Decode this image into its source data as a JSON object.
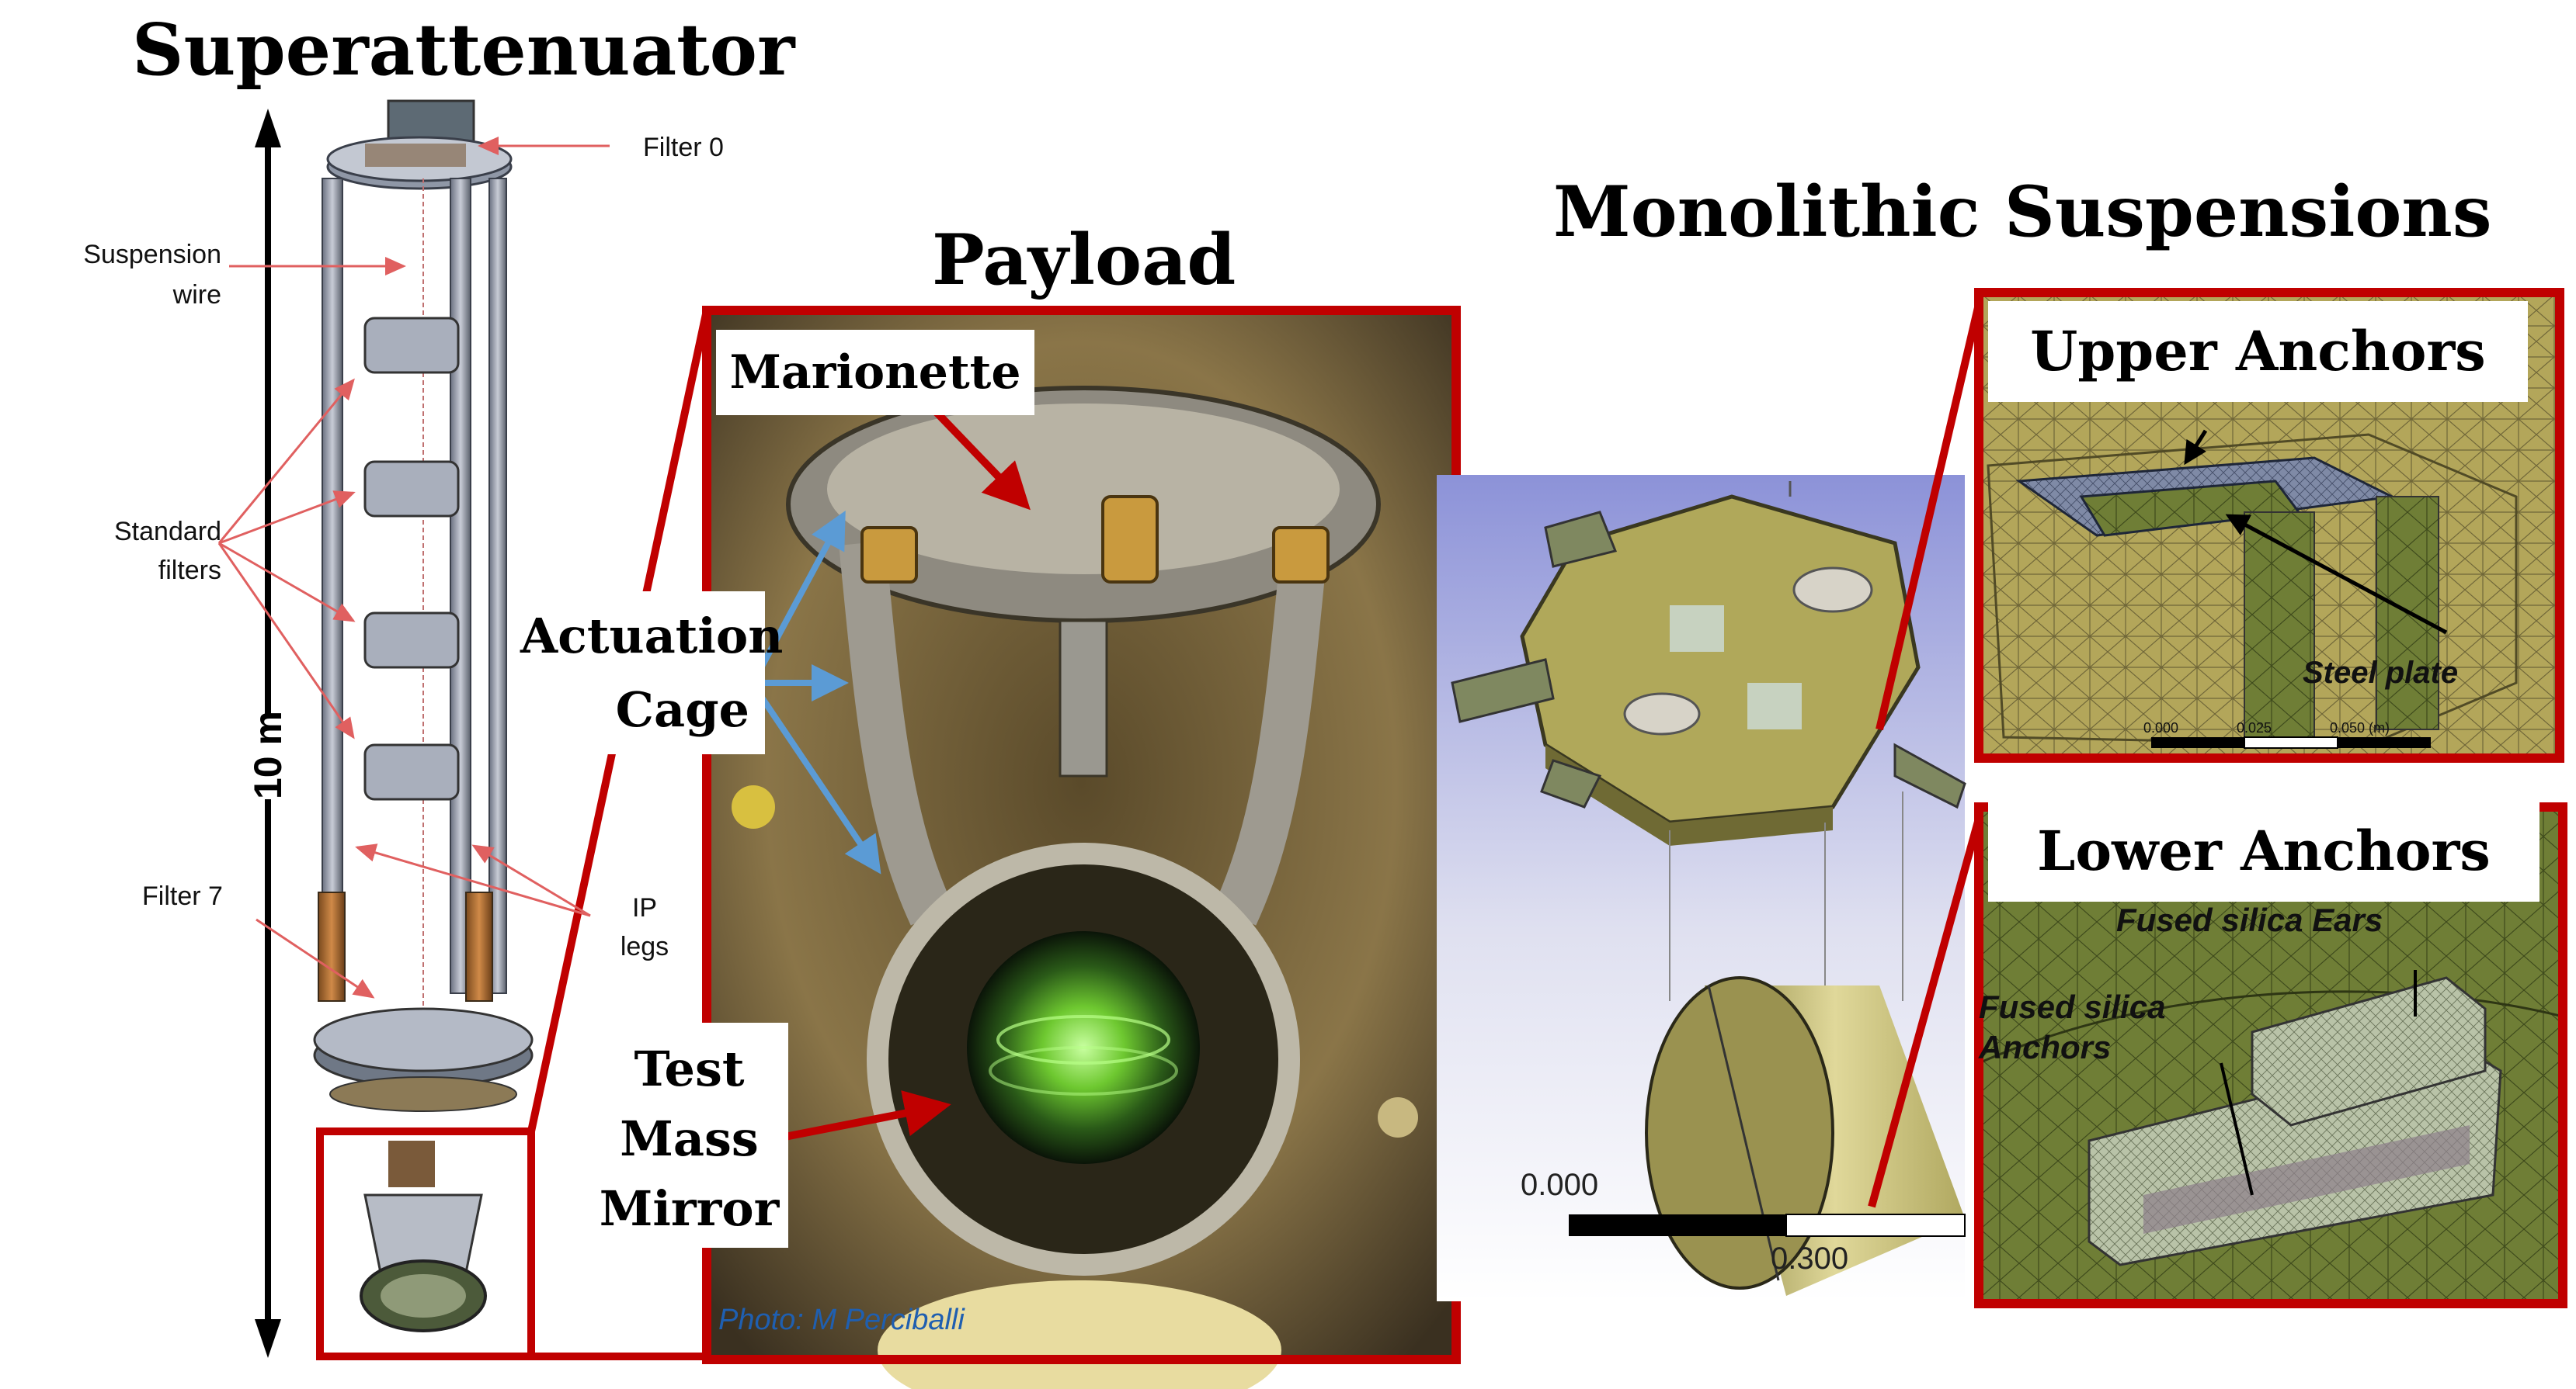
{
  "titles": {
    "superattenuator": "Superattenuator",
    "payload": "Payload",
    "monolithic": "Monolithic Suspensions"
  },
  "superattenuator": {
    "labels": {
      "filter0": "Filter 0",
      "suspension_wire_1": "Suspension",
      "suspension_wire_2": "wire",
      "standard_filters_1": "Standard",
      "standard_filters_2": "filters",
      "filter7": "Filter 7",
      "ip_legs_1": "IP",
      "ip_legs_2": "legs"
    },
    "height": "10 m"
  },
  "payload": {
    "marionette": "Marionette",
    "actuation_1": "Actuation",
    "actuation_2": "Cage",
    "test_1": "Test",
    "test_2": "Mass",
    "test_3": "Mirror",
    "photo_credit": "Photo: M Perciballi"
  },
  "monolithic": {
    "scale_0": "0.000",
    "scale_1": "0.300",
    "upper": {
      "header": "Upper Anchors",
      "steel_plate": "Steel plate",
      "scale_a": "0.000",
      "scale_b": "0.025",
      "scale_c": "0.050 (m)"
    },
    "lower": {
      "header": "Lower Anchors",
      "ears": "Fused silica Ears",
      "anchors_1": "Fused silica",
      "anchors_2": "Anchors"
    }
  },
  "colors": {
    "frame_red": "#c00000",
    "arrow_blue": "#5b9bd5",
    "mesh_green": "#7a8a3a",
    "credit_blue": "#1f5fb0"
  }
}
